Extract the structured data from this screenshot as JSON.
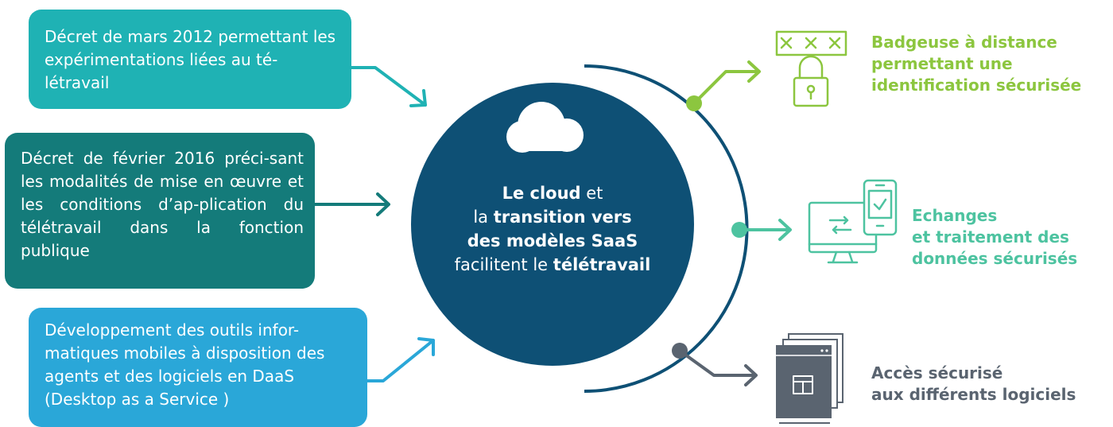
{
  "left_boxes": [
    {
      "text": "Décret de mars 2012 permettant les expérimentations liées au té-létravail"
    },
    {
      "text": "Décret de février 2016 préci-sant les modalités de mise en œuvre et les conditions d’ap-plication du télétravail dans la fonction publique"
    },
    {
      "text": "Développement des outils infor-matiques mobiles à disposition des agents et des logiciels en DaaS (Desktop as a Service )"
    }
  ],
  "center": {
    "line1_bold": "Le cloud",
    "line1_rest": " et",
    "line2_pre": "la ",
    "line2_bold": "transition vers",
    "line3_bold": "des modèles SaaS",
    "line4_pre": "facilitent le ",
    "line4_bold": "télétravail"
  },
  "right_items": [
    {
      "icon": "badge-reader-lock-icon",
      "line1": "Badgeuse à distance",
      "line2": "permettant une",
      "line3": "identification sécurisée",
      "color": "#8cc63f"
    },
    {
      "icon": "secure-data-exchange-icon",
      "line1": "Echanges",
      "line2": "et traitement des",
      "line3": "données sécurisés",
      "color": "#4dc3a0"
    },
    {
      "icon": "software-windows-icon",
      "line1": "Accès sécurisé",
      "line2": "aux différents logiciels",
      "color": "#5a6470"
    }
  ],
  "colors": {
    "teal": "#1fb2b4",
    "dark_teal": "#147b7a",
    "blue": "#2aa7d8",
    "navy": "#0e5075",
    "green": "#8cc63f",
    "mint": "#4dc3a0",
    "slate": "#5a6470"
  }
}
